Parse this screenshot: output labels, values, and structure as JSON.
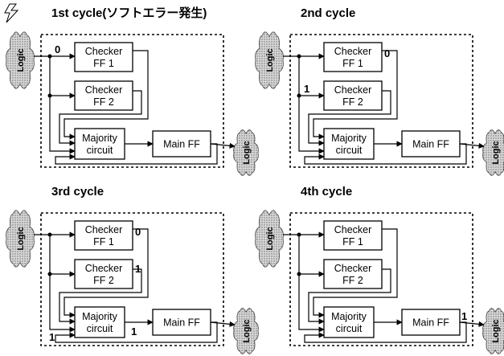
{
  "panels": [
    {
      "title": "1st cycle(ソフトエラー発生)",
      "logic_label": "Logic",
      "checker1": [
        "Checker",
        "FF 1"
      ],
      "checker2": [
        "Checker",
        "FF 2"
      ],
      "majority": [
        "Majority",
        "circuit"
      ],
      "main": "Main FF",
      "values": {
        "input": "0",
        "c1_out": "",
        "c2_out": "",
        "majority_out": "",
        "main_out": "",
        "bottom": ""
      },
      "lightning": true
    },
    {
      "title": "2nd  cycle",
      "logic_label": "Logic",
      "checker1": [
        "Checker",
        "FF 1"
      ],
      "checker2": [
        "Checker",
        "FF 2"
      ],
      "majority": [
        "Majority",
        "circuit"
      ],
      "main": "Main FF",
      "values": {
        "input": "",
        "c1_out": "0",
        "c2_in": "1",
        "c2_out": "",
        "majority_out": "",
        "main_out": "",
        "bottom": ""
      },
      "lightning": false
    },
    {
      "title": "3rd cycle",
      "logic_label": "Logic",
      "checker1": [
        "Checker",
        "FF 1"
      ],
      "checker2": [
        "Checker",
        "FF 2"
      ],
      "majority": [
        "Majority",
        "circuit"
      ],
      "main": "Main FF",
      "values": {
        "input": "",
        "c1_out": "0",
        "c2_out": "1",
        "majority_out": "1",
        "main_out": "",
        "bottom": "1"
      },
      "lightning": false
    },
    {
      "title": "4th cycle",
      "logic_label": "Logic",
      "checker1": [
        "Checker",
        "FF 1"
      ],
      "checker2": [
        "Checker",
        "FF 2"
      ],
      "majority": [
        "Majority",
        "circuit"
      ],
      "main": "Main FF",
      "values": {
        "input": "",
        "c1_out": "",
        "c2_out": "",
        "majority_out": "",
        "main_out": "1",
        "bottom": ""
      },
      "lightning": false
    }
  ]
}
